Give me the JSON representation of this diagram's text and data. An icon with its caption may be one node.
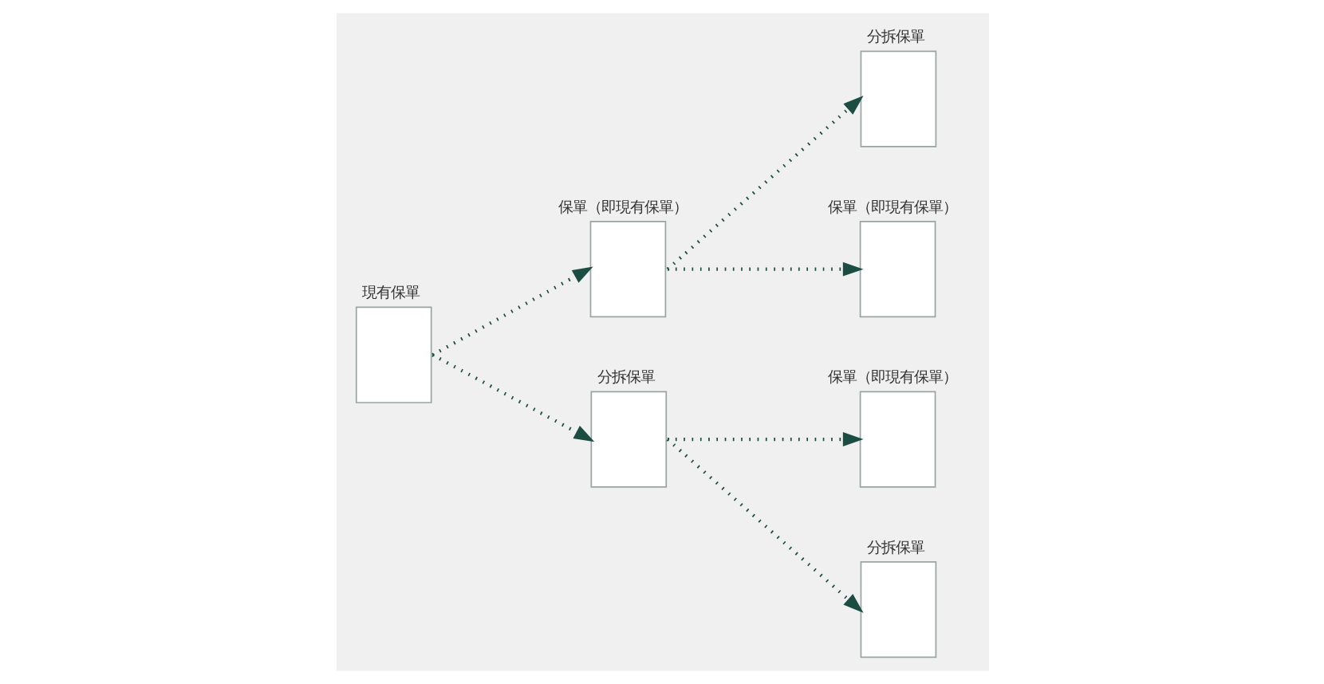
{
  "diagram": {
    "nodes": [
      {
        "text": [
          "現有保單"
        ]
      },
      {
        "text": [
          "保單（即現有保單）"
        ]
      },
      {
        "text": [
          "分拆保單"
        ]
      },
      {
        "text": [
          "分拆保單"
        ]
      },
      {
        "text": [
          "保單（即現有保單）"
        ]
      },
      {
        "text": [
          "保單（即現有保單）"
        ]
      },
      {
        "text": [
          "分拆保單"
        ]
      }
    ],
    "edges": [
      {
        "from": 0,
        "to": 1,
        "arrow": "to",
        "style": "dashed"
      },
      {
        "from": 0,
        "to": 2,
        "arrow": "to",
        "style": "dashed"
      },
      {
        "from": 1,
        "to": 3,
        "arrow": "to",
        "style": "dashed"
      },
      {
        "from": 1,
        "to": 4,
        "arrow": "to",
        "style": "dashed"
      },
      {
        "from": 2,
        "to": 5,
        "arrow": "to",
        "style": "dashed"
      },
      {
        "from": 2,
        "to": 6,
        "arrow": "to",
        "style": "dashed"
      }
    ]
  }
}
